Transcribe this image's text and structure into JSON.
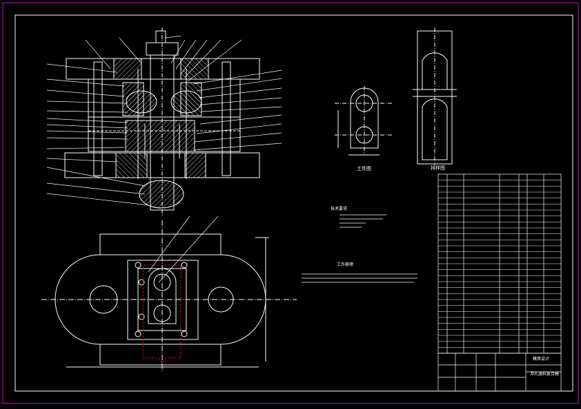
{
  "colors": {
    "background": "#000000",
    "frame": "#e000e0",
    "line": "#ffffff",
    "centerline": "#ffffff",
    "hatch": "#ffffff",
    "cut_outline": "#e01010",
    "text": "#ffffff"
  },
  "views": {
    "workpiece_label": "工件图",
    "strip_label": "排样图",
    "top_view_title": "工作原理",
    "tech_req_title": "技术要求"
  },
  "title_block": {
    "drawing_name": "冲孔落料复合模",
    "company": "模具设计"
  }
}
